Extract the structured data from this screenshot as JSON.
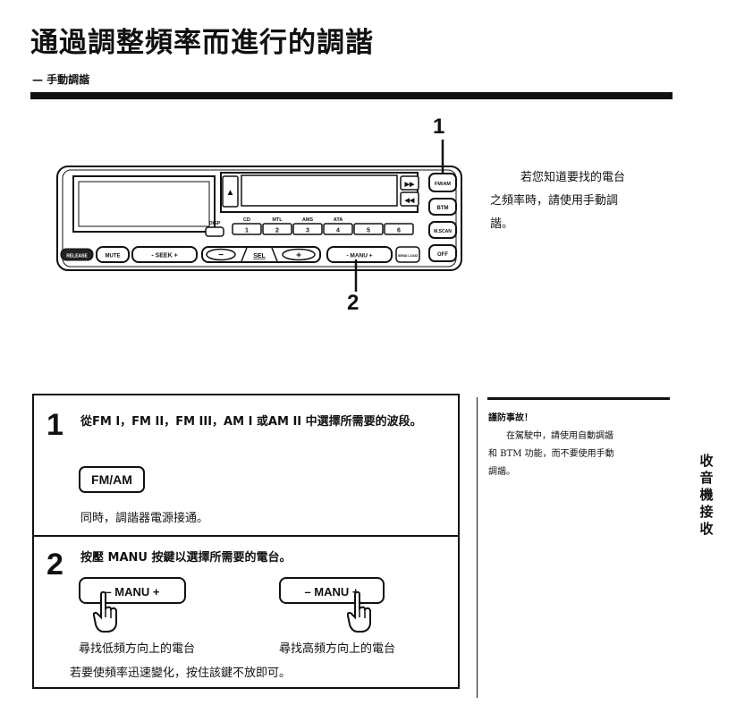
{
  "title": "通過調整頻率而進行的調諧",
  "subtitle": "— 手動調諧",
  "callouts": {
    "one": "1",
    "two": "2"
  },
  "radio": {
    "eject": "▲",
    "disp": "DISP",
    "preset_labels": [
      "CD",
      "MTL",
      "AMS",
      "ATA"
    ],
    "presets": [
      "1",
      "2",
      "3",
      "4",
      "5",
      "6"
    ],
    "release": "RELEASE",
    "mute": "MUTE",
    "seek": "- SEEK +",
    "minus": "−",
    "sel": "SEL",
    "plus": "+",
    "manu": "- MANU +",
    "send_loud": "SEND LOUD",
    "ff": "▶▶",
    "rew": "◀◀",
    "fmam": "FM/AM",
    "btm": "BTM",
    "mscan": "M.SCAN",
    "off": "OFF"
  },
  "intro": {
    "line1": "若您知道要找的電台",
    "line2": "之頻率時，請使用手動調",
    "line3": "諧。"
  },
  "step1": {
    "number": "1",
    "text": "從FM I，FM II，FM III，AM I 或AM II 中選擇所需要的波段。",
    "key": "FM/AM",
    "note": "同時，調諧器電源接通。"
  },
  "step2": {
    "number": "2",
    "text": "按壓 MANU 按鍵以選擇所需要的電台。",
    "key_left": "– MANU +",
    "key_right": "– MANU +",
    "caption_low": "尋找低頻方向上的電台",
    "caption_high": "尋找高頻方向上的電台",
    "hold_note": "若要使頻率迅速變化，按住該鍵不放即可。"
  },
  "caution": {
    "title": "謹防事故！",
    "line1": "在駕駛中，請使用自動調諧",
    "line2": "和 BTM 功能，而不要使用手動",
    "line3": "調諧。"
  },
  "side_tab": "收音機接收"
}
